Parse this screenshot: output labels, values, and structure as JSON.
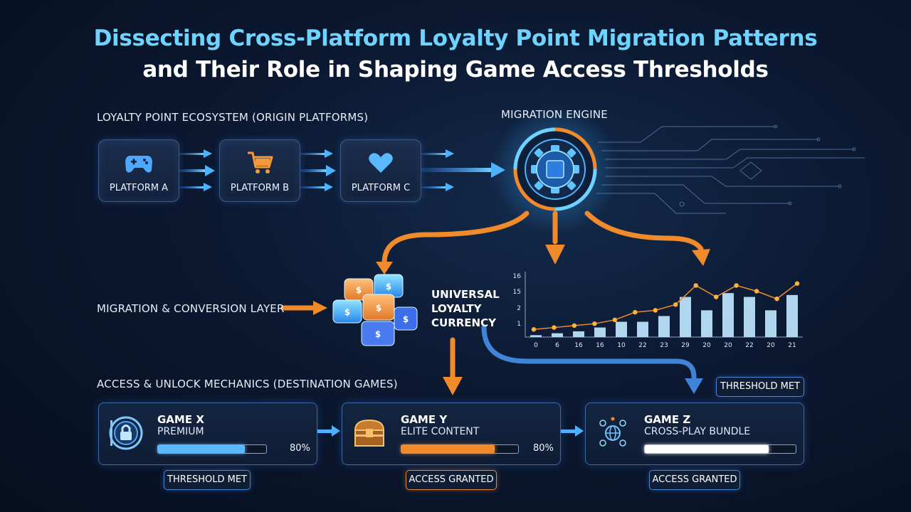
{
  "title": {
    "line1": "Dissecting Cross-Platform Loyalty Point Migration Patterns",
    "line2": "and Their Role in Shaping Game Access Thresholds"
  },
  "sections": {
    "origin": "Loyalty Point Ecosystem (Origin Platforms)",
    "engine": "Migration Engine",
    "conversion": "Migration & Conversion Layer",
    "destination": "Access & Unlock Mechanics (Destination Games)"
  },
  "platforms": [
    {
      "label": "PLATFORM A",
      "icon": "gamepad-icon"
    },
    {
      "label": "PLATFORM B",
      "icon": "shopping-cart-icon"
    },
    {
      "label": "PLATFORM C",
      "icon": "heart-icon"
    }
  ],
  "currency": {
    "line1": "UNIVERSAL",
    "line2": "LOYALTY",
    "line3": "CURRENCY"
  },
  "chart_data": {
    "type": "bar",
    "categories": [
      "0",
      "6",
      "16",
      "16",
      "10",
      "22",
      "23",
      "29",
      "20",
      "20",
      "22",
      "20",
      "21"
    ],
    "values": [
      0.5,
      1,
      1.5,
      2.5,
      4,
      4,
      5.5,
      10.5,
      7,
      11.5,
      10.5,
      7,
      11
    ],
    "line_values": [
      2,
      2.5,
      3,
      3.5,
      4.5,
      6.5,
      7,
      8.5,
      13.5,
      10.5,
      13.5,
      12,
      10,
      14
    ],
    "yticks": [
      "1",
      "1",
      "2",
      "15",
      "16"
    ],
    "ylim": [
      0,
      16
    ],
    "title": "",
    "xlabel": "",
    "ylabel": "",
    "grid": false,
    "colors": {
      "bars": "#bfe6ff",
      "line": "#f08a2a",
      "points": "#ffb23a"
    }
  },
  "chart_badge": "THRESHOLD MET",
  "games": [
    {
      "name": "GAME X",
      "sub": "PREMIUM",
      "progress": 0.8,
      "pct": "80%",
      "fill": "#5ab8ff",
      "icon": "lock-vault-icon",
      "badge": "THRESHOLD MET",
      "badge_style": "blue"
    },
    {
      "name": "GAME Y",
      "sub": "ELITE CONTENT",
      "progress": 0.8,
      "pct": "80%",
      "fill": "#f08a2a",
      "icon": "treasure-chest-icon",
      "badge": "ACCESS GRANTED",
      "badge_style": "orange"
    },
    {
      "name": "GAME Z",
      "sub": "CROSS-PLAY BUNDLE",
      "progress": 0.82,
      "pct": "",
      "fill": "#ffffff",
      "icon": "network-globe-icon",
      "badge": "ACCESS GRANTED",
      "badge_style": "blue"
    }
  ],
  "colors": {
    "accent_blue": "#6fd3ff",
    "accent_orange": "#f08a2a",
    "background": "#0b1830"
  }
}
